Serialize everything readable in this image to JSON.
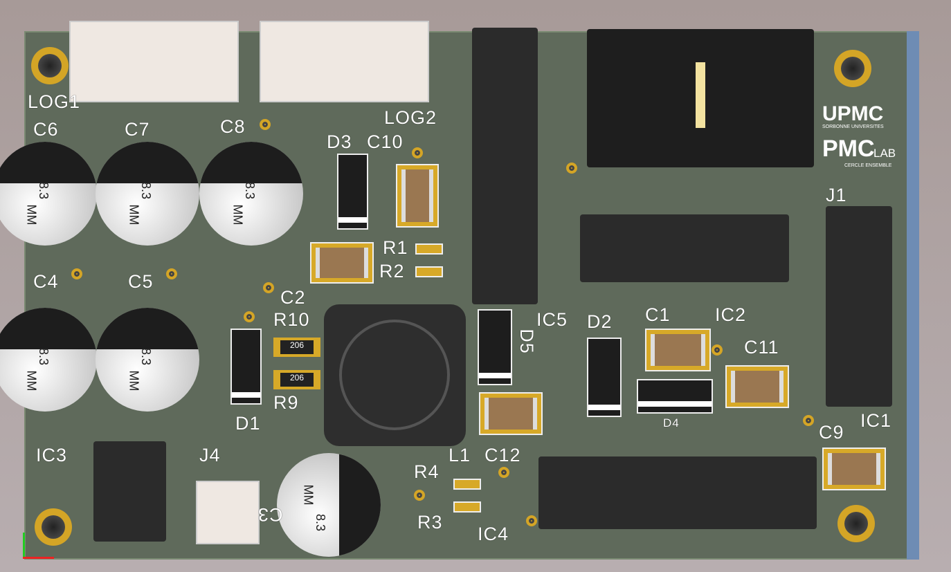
{
  "labels": {
    "LOG1": "LOG1",
    "LOG2": "LOG2",
    "C6": "C6",
    "C7": "C7",
    "C8": "C8",
    "D3": "D3",
    "C10": "C10",
    "R1": "R1",
    "R2": "R2",
    "C4": "C4",
    "C5": "C5",
    "C2": "C2",
    "R10": "R10",
    "R9": "R9",
    "D1": "D1",
    "IC5": "IC5",
    "D5": "D5",
    "D2": "D2",
    "C1": "C1",
    "IC2": "IC2",
    "C11": "C11",
    "J1": "J1",
    "D4": "D4",
    "IC1": "IC1",
    "C9": "C9",
    "IC3": "IC3",
    "J4": "J4",
    "L1": "L1",
    "C12": "C12",
    "R4": "R4",
    "R3": "R3",
    "IC4": "IC4",
    "C3": "C3"
  },
  "cap_marking": {
    "value": "8.3",
    "code": "MM"
  },
  "resistor_marking": "206",
  "logo": {
    "line1": "UPMC",
    "line2": "SORBONNE UNIVERSITES",
    "line3": "PMC",
    "line3b": "LAB",
    "line4": "CERCLE ENSEMBLE"
  },
  "colors": {
    "board": "#5f6a5b",
    "copper": "#d7a928",
    "background": "#a79a98"
  }
}
